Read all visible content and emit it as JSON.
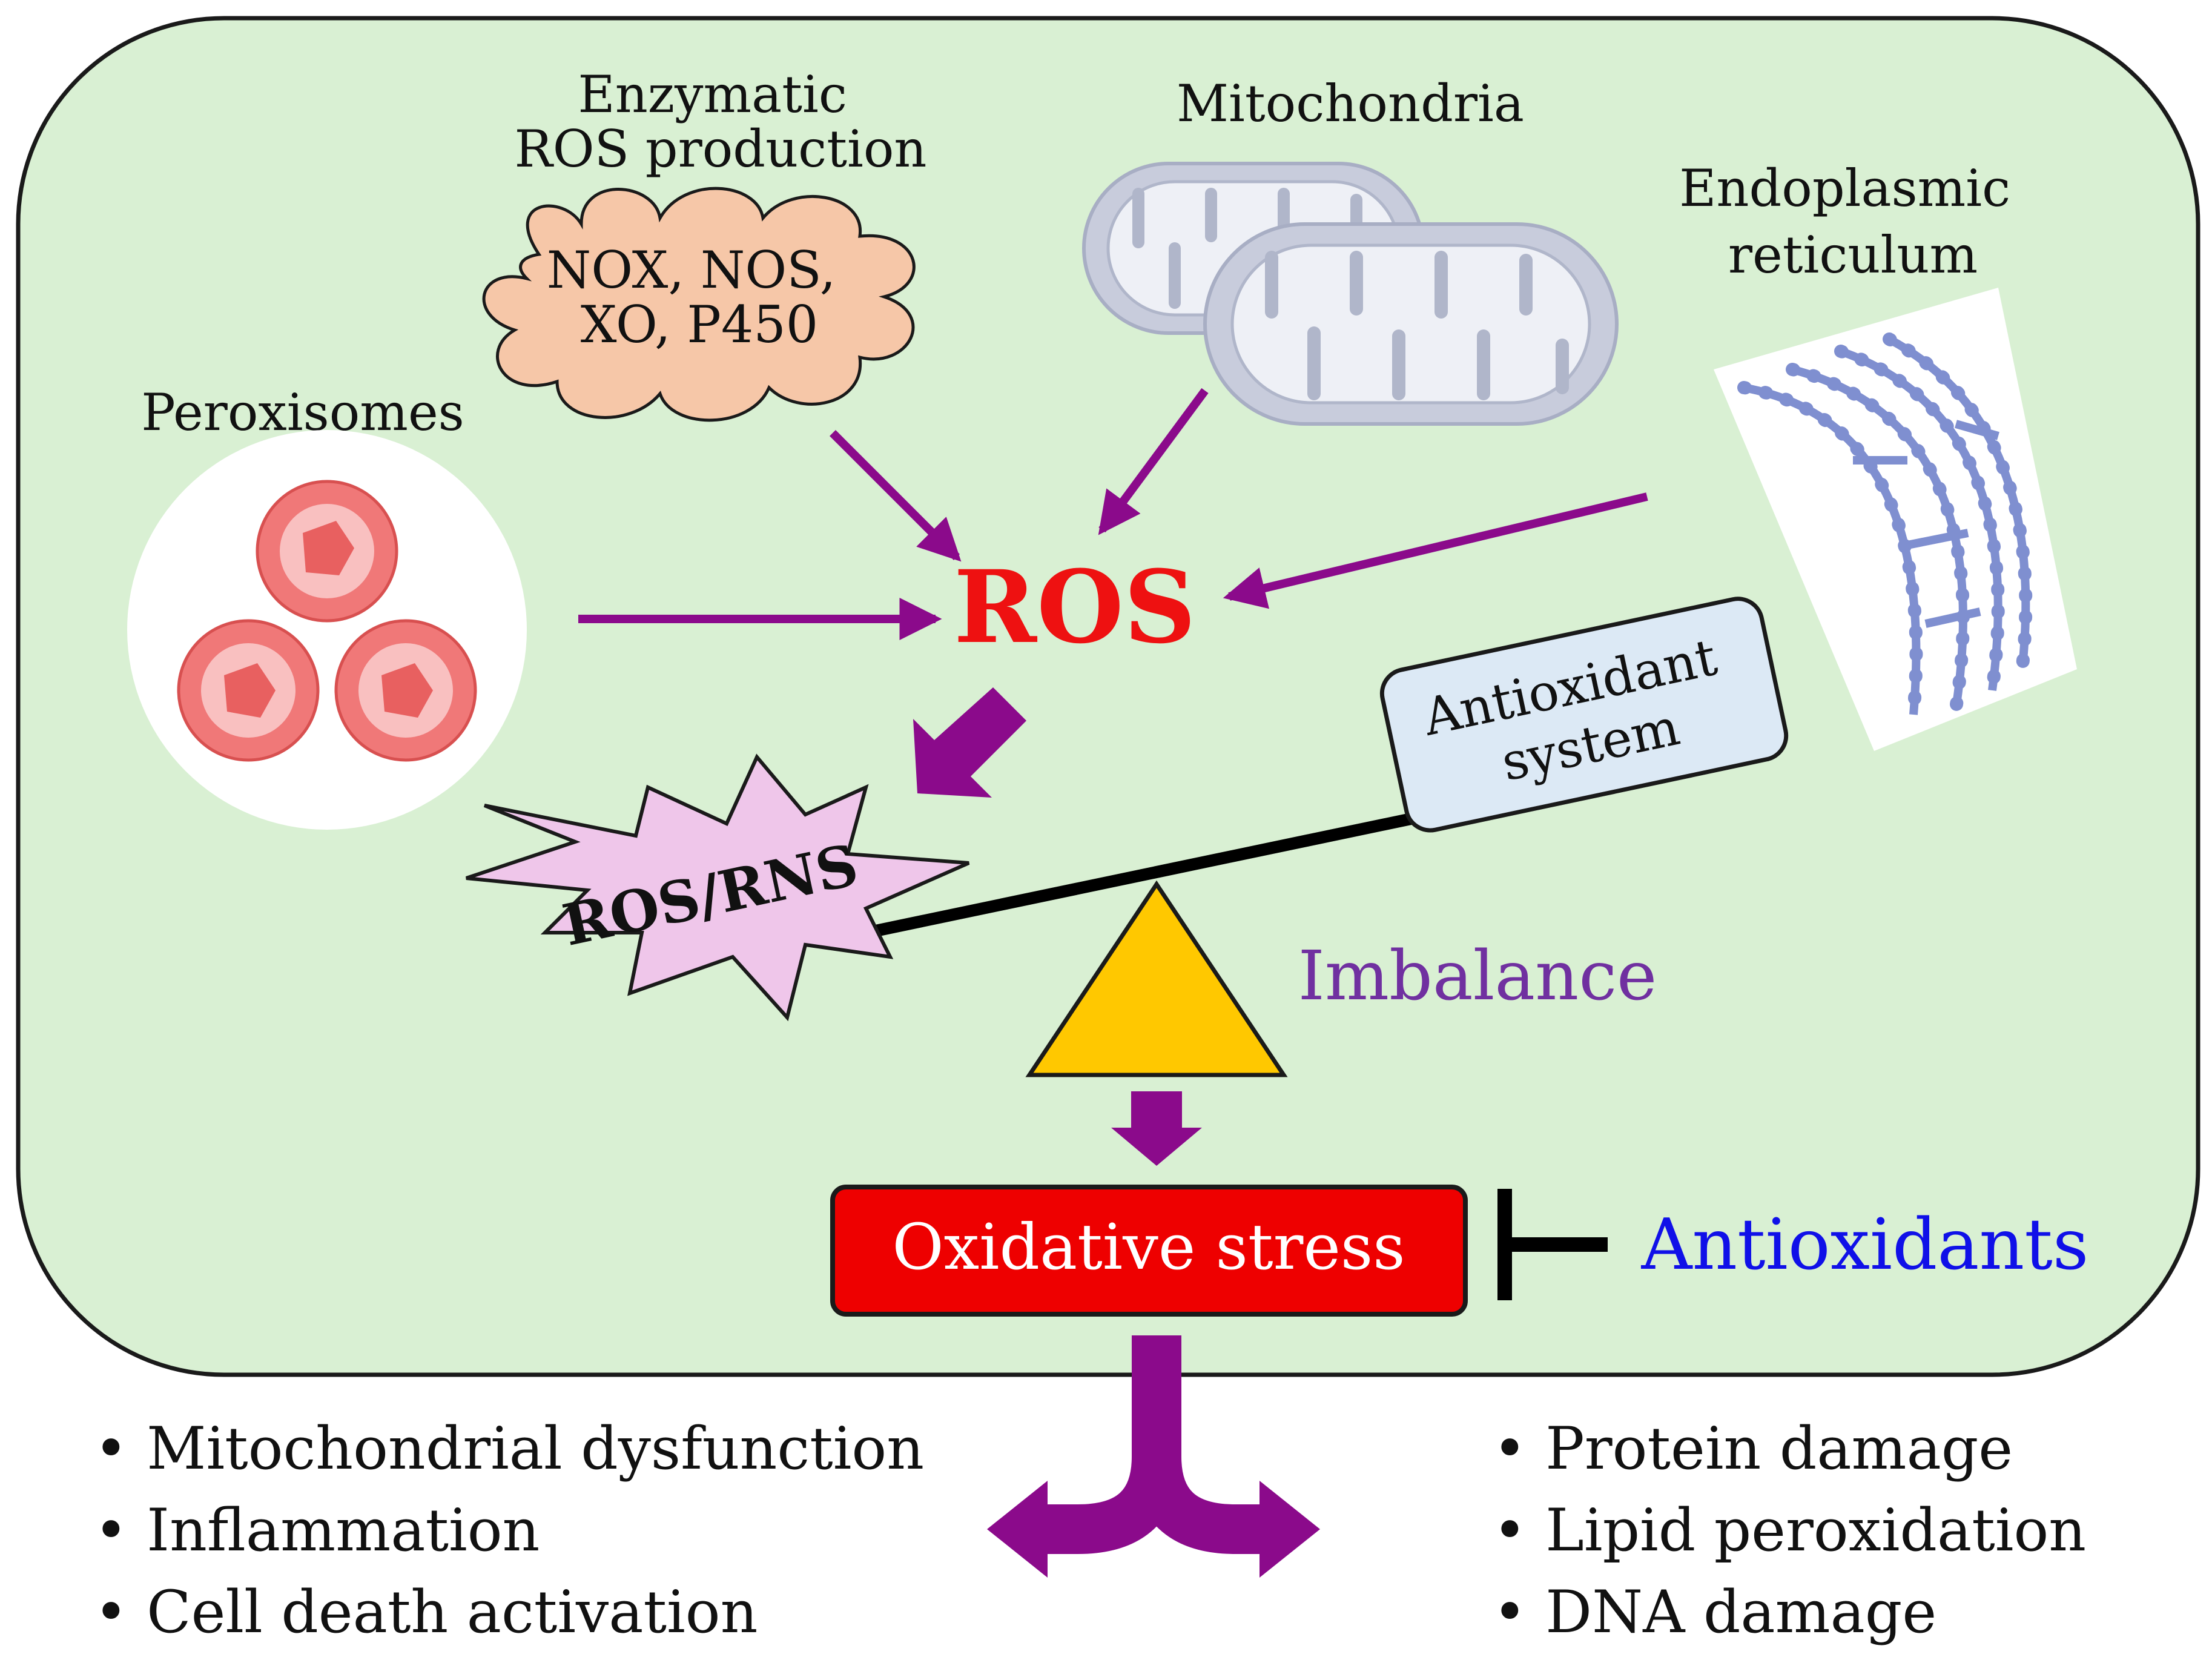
{
  "labels": {
    "enzymatic_title_1": "Enzymatic",
    "enzymatic_title_2": "ROS production",
    "enzymes_1": "NOX, NOS,",
    "enzymes_2": "XO, P450",
    "mitochondria": "Mitochondria",
    "er_1": "Endoplasmic",
    "er_2": "reticulum",
    "peroxisomes": "Peroxisomes",
    "ros": "ROS",
    "ros_rns": "ROS/RNS",
    "antioxidant_system_1": "Antioxidant",
    "antioxidant_system_2": "system",
    "imbalance": "Imbalance",
    "oxidative_stress": "Oxidative stress",
    "antioxidants": "Antioxidants"
  },
  "outcomes_left": [
    "• Mitochondrial dysfunction",
    "• Inflammation",
    "• Cell death activation"
  ],
  "outcomes_right": [
    "• Protein damage",
    "• Lipid peroxidation",
    "• DNA damage"
  ],
  "colors": {
    "cell_fill": "#d9f0d3",
    "arrow": "#8b0a8b",
    "ros_text": "#ee1111",
    "imbalance_text": "#7030a0",
    "antioxidants_text": "#1010e8",
    "stress_box": "#ee0000",
    "cloud": "#f6c7a8",
    "starburst": "#efc6ea",
    "fulcrum": "#ffc800",
    "antioxidant_box": "#dce9f5",
    "peroxisome": "#f07878",
    "mitochondria": "#c8ccdc",
    "er": "#7f8fd0"
  }
}
